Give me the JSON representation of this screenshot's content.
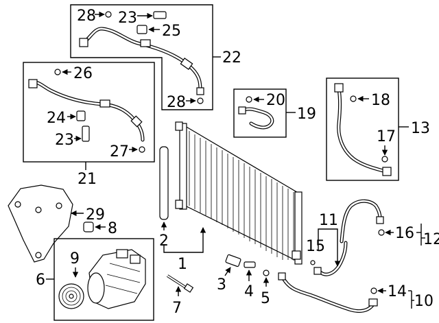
{
  "diagram": {
    "callouts": {
      "c1": "1",
      "c2": "2",
      "c3": "3",
      "c4": "4",
      "c5": "5",
      "c6": "6",
      "c7": "7",
      "c8": "8",
      "c9": "9",
      "c10": "10",
      "c11": "11",
      "c12": "12",
      "c13": "13",
      "c14": "14",
      "c15": "15",
      "c16": "16",
      "c17": "17",
      "c18": "18",
      "c19": "19",
      "c20": "20",
      "c21": "21",
      "c22": "22",
      "c23a": "23",
      "c23b": "23",
      "c24": "24",
      "c25": "25",
      "c26": "26",
      "c27": "27",
      "c28a": "28",
      "c28b": "28",
      "c29": "29"
    }
  }
}
